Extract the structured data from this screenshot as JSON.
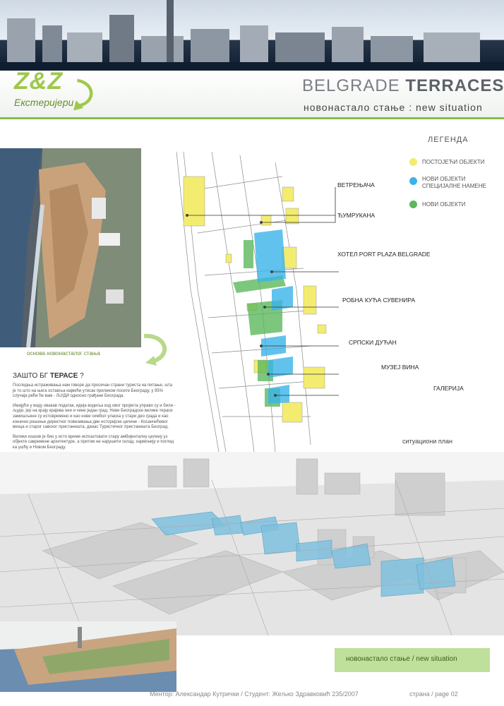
{
  "header": {
    "logo_main": "Z&Z",
    "logo_sub": "Екстеријери",
    "title_light": "BELGRADE ",
    "title_bold": "TERRACES",
    "subtitle": "новонастало стање : new situation"
  },
  "aerial": {
    "caption": "основа новонасталог стања"
  },
  "why": {
    "heading_prefix": "ЗАШТО БГ ",
    "heading_bold": "ТЕРАСЕ",
    "heading_suffix": " ?",
    "paragraph1": "Последња истраживања нам говоре да просечан страни туриста на питање, шта је то што на њега оставља највећи утисак приликом посете Београду, у 95% случаја рећи ће вам - ЉУДИ односно грађани Београда.",
    "paragraph2": "Имајући у виду овакав податак, идеја водиља код овог пројекта управо су и били - људи, јер на крају крајева они и чине један град. Нове Београдске велике терасе замишљене су истовремено и као нови симбол уласка у стари део града и као коначно решење директног повезивања две историјске целине - Косанчићевог венца и старог савског пристаништа, данас Туристичког пристаништа Београд.",
    "paragraph3": "Велики изазов је био у исто време испоштовати стару амбијенталну целину уз објекте савремене архитектуре, а притом не нарушити склад, хармонију и поглед ка ушћу и Новом Београду."
  },
  "legend": {
    "title": "ЛЕГЕНДА",
    "items": [
      {
        "label": "ПОСТОЈЕЋИ ОБЈЕКТИ",
        "color": "#f3ec6e"
      },
      {
        "label_line1": "НОВИ ОБЈЕКТИ",
        "label_line2": "СПЕЦИЈАЛНЕ НАМЕНЕ",
        "color": "#3ab4e8"
      },
      {
        "label": "НОВИ ОБЈЕКТИ",
        "color": "#5cb85c"
      }
    ]
  },
  "callouts": [
    "ВЕТРЕЊАЧА",
    "ЂУМРУКАНА",
    "ХОТЕЛ PORT PLAZA BELGRADE",
    "РОБНА КУЋА СУВЕНИРА",
    "СРПСКИ ДУЋАН",
    "МУЗЕЈ ВИНА",
    "ГАЛЕРИЈА"
  ],
  "plan_label": "ситуациони план",
  "bottom": {
    "green_box_label": "новонастало стање / new situation",
    "footer_text": "Ментор: Александар Кутрички / Студент: Жељко Здравковић 235/2007",
    "page_label": "страна / page 02"
  },
  "colors": {
    "accent_green": "#8bbd43",
    "existing_yellow": "#f3ec6e",
    "special_blue": "#3ab4e8",
    "new_green": "#5cb85c"
  }
}
